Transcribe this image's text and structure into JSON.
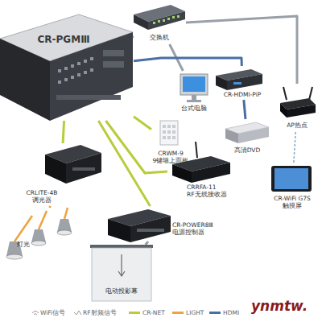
{
  "diagram": {
    "nodes": [
      {
        "text": [
          "CR-PGMⅢ"
        ]
      },
      {
        "text": [
          "交换机"
        ]
      },
      {
        "text": [
          "台式电脑"
        ]
      },
      {
        "text": [
          "CR-HDMI-PiP"
        ]
      },
      {
        "text": [
          "AP热点"
        ]
      },
      {
        "text": [
          "CRWM-9",
          "9键墙上面板"
        ]
      },
      {
        "text": [
          "高清DVD"
        ]
      },
      {
        "text": [
          "CR-WiFi G7S",
          "触摸屏"
        ]
      },
      {
        "text": [
          "CRLITE-4B",
          "调光器"
        ]
      },
      {
        "text": [
          "CRRFA-11",
          "RF无线接收器"
        ]
      },
      {
        "text": [
          "CR-POWER8Ⅲ",
          "电源控制器"
        ]
      },
      {
        "text": [
          "灯光"
        ]
      },
      {
        "text": [
          "电动投影幕"
        ]
      }
    ],
    "edges": [
      {
        "from": 0,
        "to": 1,
        "arrow": "none"
      },
      {
        "from": 1,
        "to": 2,
        "arrow": "none"
      },
      {
        "from": 1,
        "to": 4,
        "arrow": "none"
      },
      {
        "from": 0,
        "to": 3,
        "arrow": "none"
      },
      {
        "from": 6,
        "to": 3,
        "arrow": "none"
      },
      {
        "from": 0,
        "to": 5,
        "arrow": "none"
      },
      {
        "from": 0,
        "to": 9,
        "arrow": "none"
      },
      {
        "from": 0,
        "to": 10,
        "arrow": "none"
      },
      {
        "from": 0,
        "to": 8,
        "arrow": "none"
      },
      {
        "from": 8,
        "to": 11,
        "arrow": "none"
      },
      {
        "from": 10,
        "to": 12,
        "arrow": "none"
      },
      {
        "from": 4,
        "to": 7,
        "arrow": "none"
      }
    ],
    "labels": [
      "ynmtw."
    ],
    "legend": [
      {
        "text": "WiFi信号"
      },
      {
        "text": "RF射频信号"
      },
      {
        "text": "CR-NET",
        "color": "#b9cc3a"
      },
      {
        "text": "LIGHT",
        "color": "#f0a23c"
      },
      {
        "text": "HDMI",
        "color": "#4a6fa5"
      }
    ]
  }
}
